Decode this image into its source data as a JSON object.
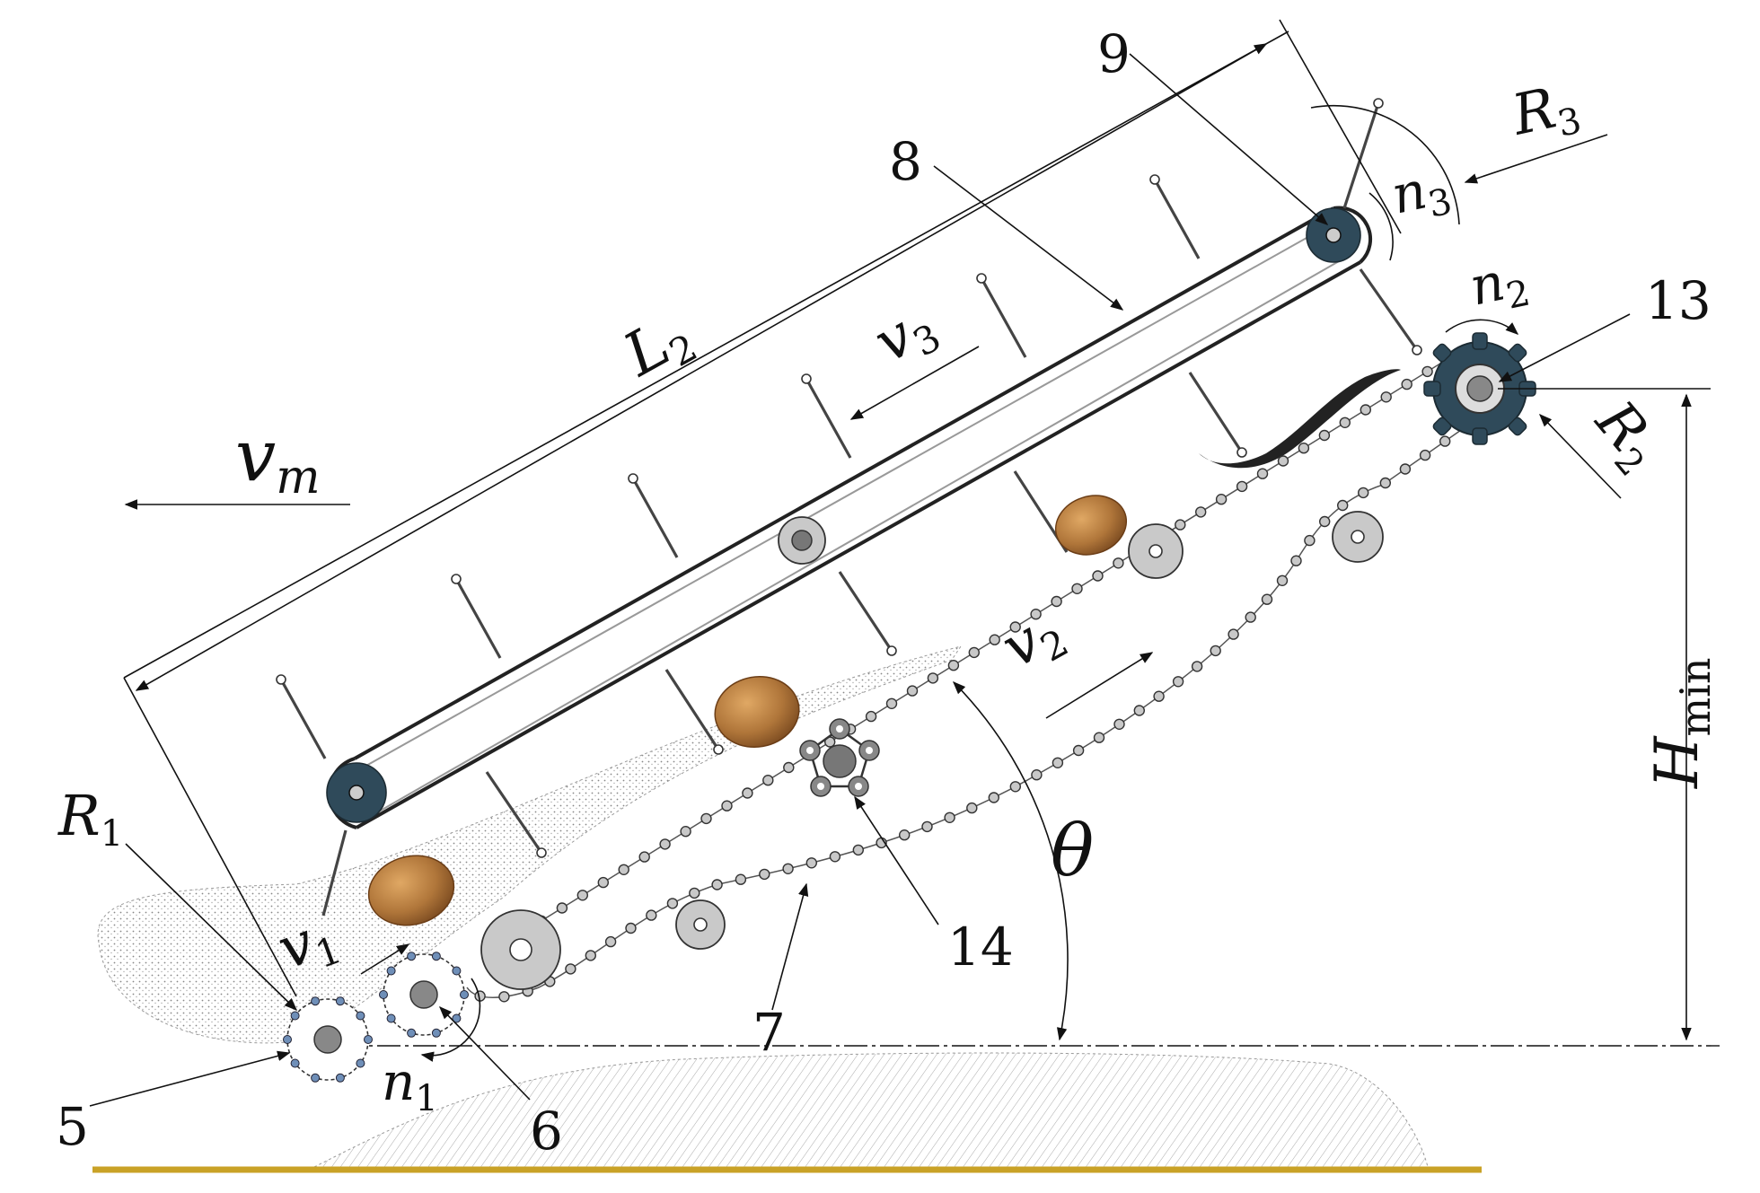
{
  "labels": {
    "n9": "9",
    "n8": "8",
    "n13": "13",
    "n14": "14",
    "n7": "7",
    "n5": "5",
    "n6": "6",
    "R3": "R",
    "R3sub": "3",
    "R2": "R",
    "R2sub": "2",
    "R1": "R",
    "R1sub": "1",
    "n3": "n",
    "n3sub": "3",
    "n2": "n",
    "n2sub": "2",
    "n1": "n",
    "n1sub": "1",
    "L2": "L",
    "L2sub": "2",
    "v3": "v",
    "v3sub": "3",
    "vm": "v",
    "vmsub": "m",
    "v2": "v",
    "v2sub": "2",
    "v1": "v",
    "v1sub": "1",
    "theta": "θ",
    "Hmin": "H",
    "Hminsub": "min"
  },
  "colors": {
    "belt_pulley": "#2f4a5a",
    "ground_line": "#c9a227",
    "potato": "#b0763a",
    "roller": "#c9c9c9",
    "soil": "#bdbdbd"
  }
}
